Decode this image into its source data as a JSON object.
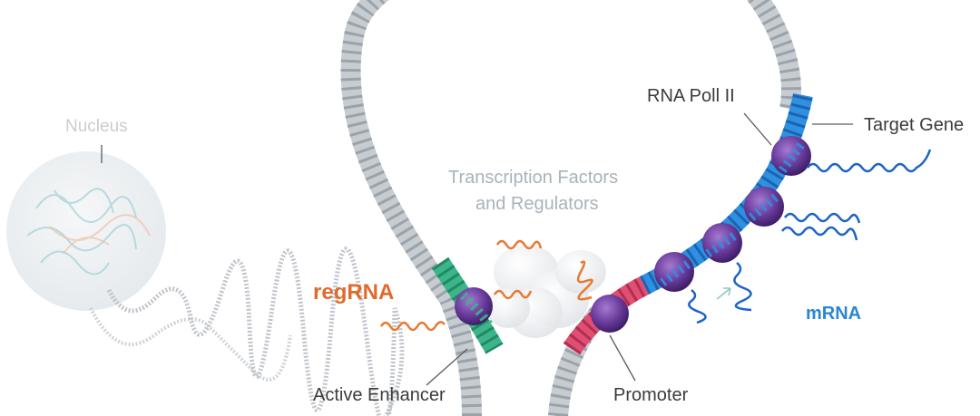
{
  "labels": {
    "nucleus": "Nucleus",
    "tf_line1": "Transcription Factors",
    "tf_line2": "and Regulators",
    "rna_pol": "RNA Poll II",
    "target_gene": "Target Gene",
    "regrna": "regRNA",
    "mrna": "mRNA",
    "active_enhancer": "Active Enhancer",
    "promoter": "Promoter"
  },
  "colors": {
    "dna_gray": "#c7ccd1",
    "dna_gray_dark": "#9aa2aa",
    "enhancer_green": "#3db48a",
    "promoter_pink": "#df4f72",
    "gene_blue": "#2f8fe0",
    "pol_purple": "#6a3b9c",
    "regrna_orange": "#e8792e",
    "mrna_blue": "#1c64c4",
    "tf_cloud": "#e9ecef",
    "leader_line": "#5a5a5a"
  }
}
